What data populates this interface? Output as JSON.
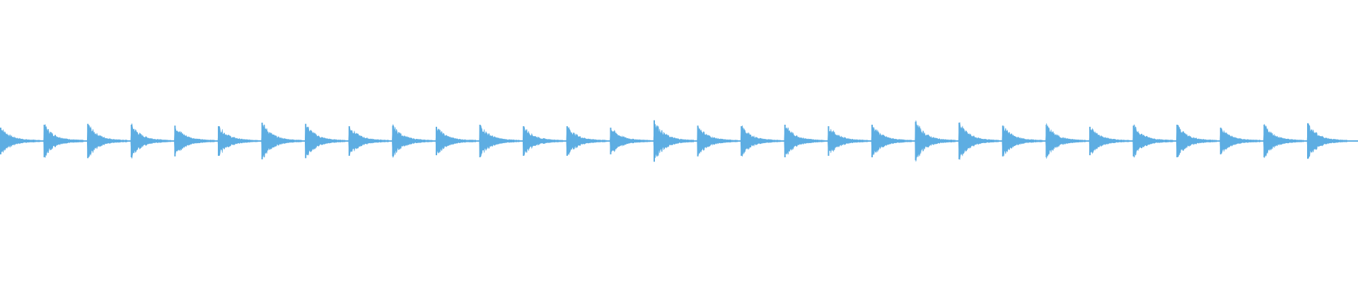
{
  "waveform": {
    "color": "#5DADE2",
    "background": "#FFFFFF",
    "hit_count": 31,
    "hit_peaks": [
      0.45,
      0.55,
      0.58,
      0.55,
      0.52,
      0.5,
      0.62,
      0.58,
      0.5,
      0.52,
      0.48,
      0.55,
      0.5,
      0.5,
      0.45,
      0.7,
      0.52,
      0.5,
      0.55,
      0.5,
      0.55,
      0.65,
      0.62,
      0.52,
      0.55,
      0.48,
      0.52,
      0.55,
      0.45,
      0.55,
      0.6
    ],
    "silence_level": 0.02
  }
}
